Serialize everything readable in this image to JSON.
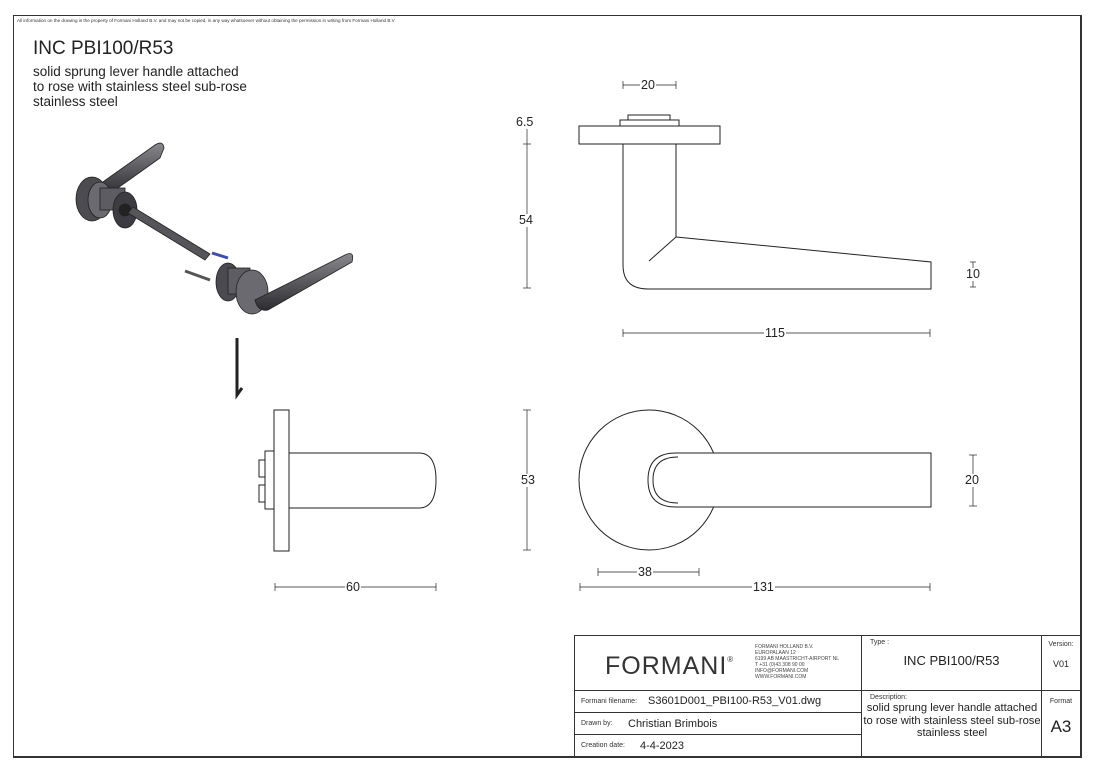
{
  "document": {
    "copyright_notice": "All information on the drawing is the property of Formani Holland B.V. and may not be copied, in any way whatsoever without obtaining the permission in writing from Formani Holland B.V",
    "title": "INC PBI100/R53",
    "subtitle_lines": [
      "solid sprung lever handle attached",
      "to rose with stainless steel sub-rose",
      "stainless steel"
    ]
  },
  "dimensions": {
    "side_view": {
      "spindle_width": "20",
      "rose_thickness": "6.5",
      "height": "54",
      "lever_thickness": "10",
      "lever_length": "115"
    },
    "end_view": {
      "projection": "60"
    },
    "front_view": {
      "rose_diameter": "53",
      "lever_width": "20",
      "rose_offset": "38",
      "total_length": "131"
    }
  },
  "title_block": {
    "logo": "FORMANI",
    "logo_mark": "®",
    "address_lines": [
      "FORMANI HOLLAND B.V.",
      "EUROPALAAN 12",
      "6199 AB MAASTRICHT-AIRPORT NL",
      "T +31 (0)43 308 90 00",
      "INFO@FORMANI.COM",
      "WWW.FORMANI.COM"
    ],
    "type_label": "Type :",
    "type_value": "INC PBI100/R53",
    "version_label": "Version:",
    "version_value": "V01",
    "filename_label": "Formani filename:",
    "filename_value": "S3601D001_PBI100-R53_V01.dwg",
    "drawn_by_label": "Drawn by:",
    "drawn_by_value": "Christian Brimbois",
    "creation_date_label": "Creation date:",
    "creation_date_value": "4-4-2023",
    "description_label": "Description:",
    "description_lines": [
      "solid sprung lever handle attached",
      "to rose with stainless steel sub-rose",
      "stainless steel"
    ],
    "format_label": "Format",
    "format_value": "A3"
  }
}
